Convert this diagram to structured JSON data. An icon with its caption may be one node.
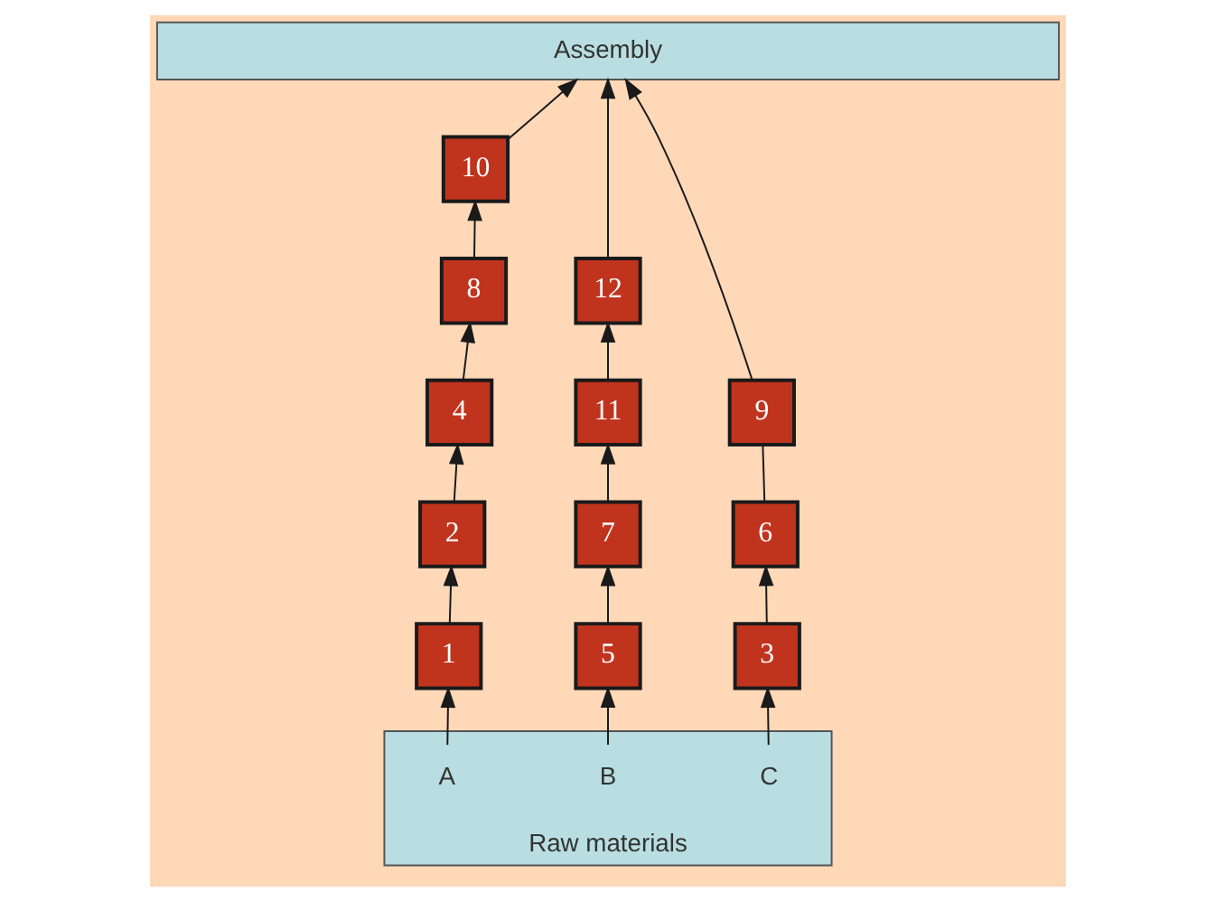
{
  "diagram": {
    "nodes": [
      {
        "text": [
          "Assembly"
        ]
      },
      {
        "text": [
          "4"
        ]
      },
      {
        "text": [
          "6"
        ]
      },
      {
        "text": [
          "7"
        ]
      },
      {
        "text": [
          "9"
        ]
      },
      {
        "text": [
          "5"
        ]
      },
      {
        "text": [
          "8"
        ]
      },
      {
        "text": [
          "2"
        ]
      },
      {
        "text": [
          "10"
        ]
      },
      {
        "text": [
          "12"
        ]
      },
      {
        "text": [
          "1"
        ]
      },
      {
        "text": [
          "3"
        ]
      },
      {
        "text": [
          "11"
        ]
      },
      {
        "text": [
          "Raw materials"
        ]
      },
      {
        "text": [
          "A"
        ],
        "in": 13
      },
      {
        "text": [
          "B"
        ],
        "in": 13
      },
      {
        "text": [
          "C"
        ],
        "in": 13
      }
    ],
    "edges": [
      {
        "from": 14,
        "to": 10,
        "arrow": "to"
      },
      {
        "from": 10,
        "to": 7,
        "arrow": "to"
      },
      {
        "from": 7,
        "to": 1,
        "arrow": "to"
      },
      {
        "from": 15,
        "to": 5,
        "arrow": "to"
      },
      {
        "from": 16,
        "to": 11,
        "arrow": "to"
      },
      {
        "from": 11,
        "to": 2,
        "arrow": "to"
      },
      {
        "from": 1,
        "to": 6,
        "arrow": "to"
      },
      {
        "from": 5,
        "to": 3,
        "arrow": "to"
      },
      {
        "from": 2,
        "to": 4,
        "arrow": "none"
      },
      {
        "from": 4,
        "to": 0,
        "arrow": "to"
      },
      {
        "from": 8,
        "to": 0,
        "arrow": "to"
      },
      {
        "from": 3,
        "to": 12,
        "arrow": "to"
      },
      {
        "from": 6,
        "to": 8,
        "arrow": "to"
      },
      {
        "from": 12,
        "to": 9,
        "arrow": "to"
      },
      {
        "from": 9,
        "to": 0,
        "arrow": "to"
      }
    ]
  }
}
